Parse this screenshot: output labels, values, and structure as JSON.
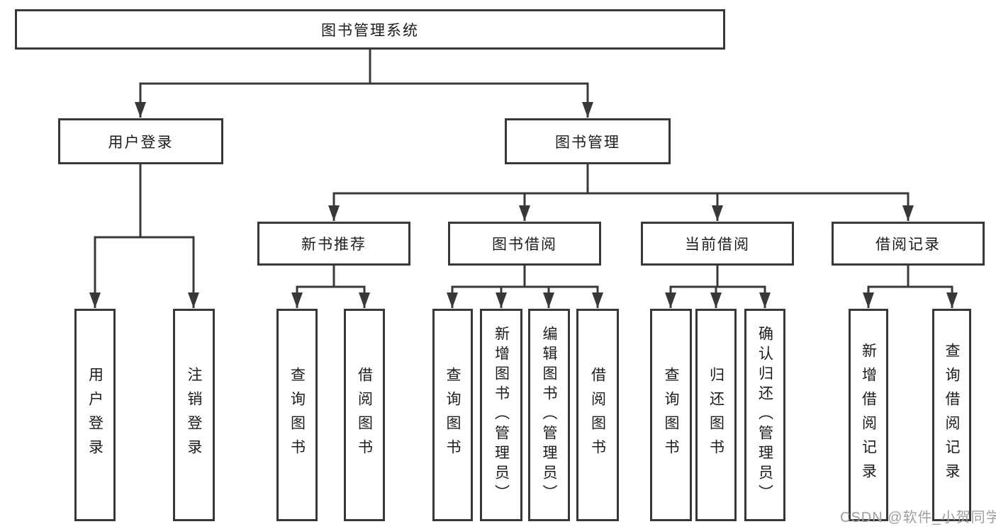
{
  "diagram": {
    "title": "图书管理系统",
    "branches": [
      {
        "label": "用户登录",
        "children": [
          {
            "label": "用户登录"
          },
          {
            "label": "注销登录"
          }
        ]
      },
      {
        "label": "图书管理",
        "children": [
          {
            "label": "新书推荐",
            "children": [
              {
                "label": "查询图书"
              },
              {
                "label": "借阅图书"
              }
            ]
          },
          {
            "label": "图书借阅",
            "children": [
              {
                "label": "查询图书"
              },
              {
                "label": "新增图书（管理员）"
              },
              {
                "label": "编辑图书（管理员）"
              },
              {
                "label": "借阅图书"
              }
            ]
          },
          {
            "label": "当前借阅",
            "children": [
              {
                "label": "查询图书"
              },
              {
                "label": "归还图书"
              },
              {
                "label": "确认归还（管理员）"
              }
            ]
          },
          {
            "label": "借阅记录",
            "children": [
              {
                "label": "新增借阅记录"
              },
              {
                "label": "查询借阅记录"
              }
            ]
          }
        ]
      }
    ]
  },
  "watermark": {
    "text": "CSDN @软件_小贺同学"
  },
  "colors": {
    "line": "#383838",
    "text": "#1c1c1c",
    "watermark": "#9e9e9e",
    "background": "#ffffff"
  }
}
